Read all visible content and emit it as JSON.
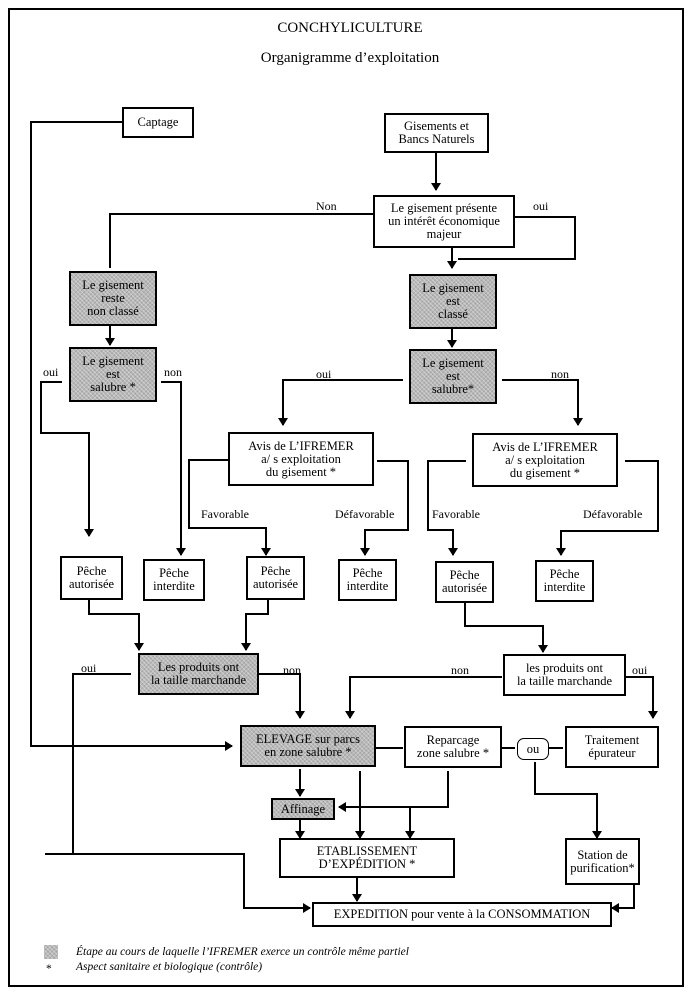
{
  "title": "CONCHYLICULTURE",
  "subtitle": "Organigramme d’exploitation",
  "nodes": {
    "captage": "Captage",
    "gisements": "Gisements et\nBancs Naturels",
    "interet": "Le gisement présente\nun intérêt économique\nmajeur",
    "non_classe": "Le gisement\nreste\nnon classé",
    "classe": "Le gisement\nest\nclassé",
    "salubre_left": "Le gisement\nest\nsalubre *",
    "salubre_right": "Le gisement\nest\nsalubre*",
    "avis_left": "Avis de L’IFREMER\na/ s exploitation\ndu gisement *",
    "avis_right": "Avis de L’IFREMER\na/ s exploitation\ndu gisement *",
    "peche_autorisee_1": "Pêche\nautorisée",
    "peche_interdite_1": "Pêche\ninterdite",
    "peche_autorisee_2": "Pêche\nautorisée",
    "peche_interdite_2": "Pêche\ninterdite",
    "peche_autorisee_3": "Pêche\nautorisée",
    "peche_interdite_3": "Pêche\ninterdite",
    "taille_left": "Les produits ont\nla taille marchande",
    "taille_right": "les produits ont\nla taille marchande",
    "elevage": "ELEVAGE sur parcs\nen zone salubre *",
    "reparcage": "Reparcage\nzone salubre *",
    "ou": "ou",
    "traitement": "Traitement\népurateur",
    "affinage": "Affinage",
    "etablissement": "ETABLISSEMENT\nD’EXPÉDITION *",
    "station": "Station de\npurification*",
    "expedition": "EXPEDITION pour vente à la CONSOMMATION"
  },
  "edge_labels": {
    "non_top": "Non",
    "oui_top": "oui",
    "oui_left_salubre": "oui",
    "non_left_salubre": "non",
    "oui_right_salubre": "oui",
    "non_right_salubre": "non",
    "favorable_1": "Favorable",
    "defavorable_1": "Défavorable",
    "favorable_2": "Favorable",
    "defavorable_2": "Défavorable",
    "oui_taille_left": "oui",
    "non_taille_left": "non",
    "non_taille_right": "non",
    "oui_taille_right": "oui"
  },
  "legend": {
    "shaded": "Étape au cours de laquelle l’IFREMER exerce un contrôle même partiel",
    "asterisk_symbol": "*",
    "asterisk": "Aspect sanitaire et biologique (contrôle)"
  }
}
